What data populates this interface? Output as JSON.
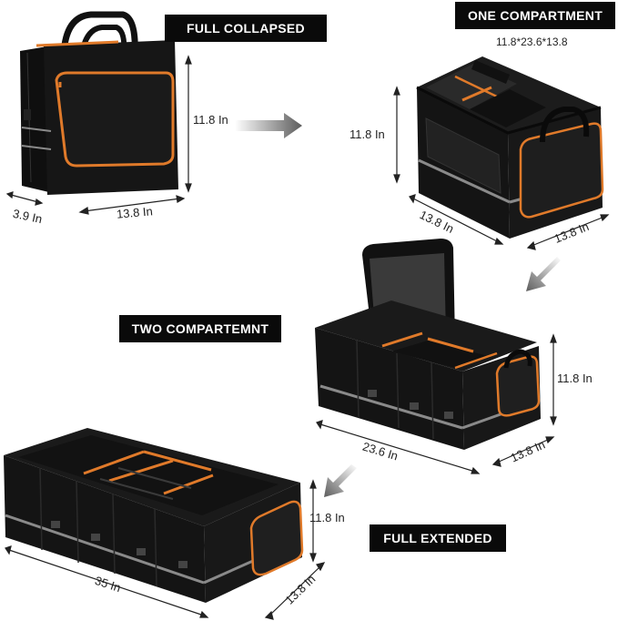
{
  "labels": {
    "full_collapsed": "FULL COLLAPSED",
    "one_compartment": "ONE COMPARTMENT",
    "one_compartment_dims": "11.8*23.6*13.8",
    "two_compartment": "TWO COMPARTEMNT",
    "full_extended": "FULL EXTENDED"
  },
  "dimensions": {
    "collapsed_height": "11.8 In",
    "collapsed_width": "13.8 In",
    "collapsed_depth": "3.9 In",
    "one_height": "11.8 In",
    "one_width": "13.8 In",
    "one_depth": "13.8 In",
    "two_height": "11.8 In",
    "two_width": "23.6 In",
    "two_depth": "13.8 In",
    "full_height": "11.8 In",
    "full_width": "35 In",
    "full_depth": "13.8 In"
  },
  "colors": {
    "bag": "#161616",
    "trim": "#e07a2a",
    "reflective": "#8a8a8a",
    "arrow": "#6d6d6d",
    "label_bg": "#0a0a0a"
  }
}
